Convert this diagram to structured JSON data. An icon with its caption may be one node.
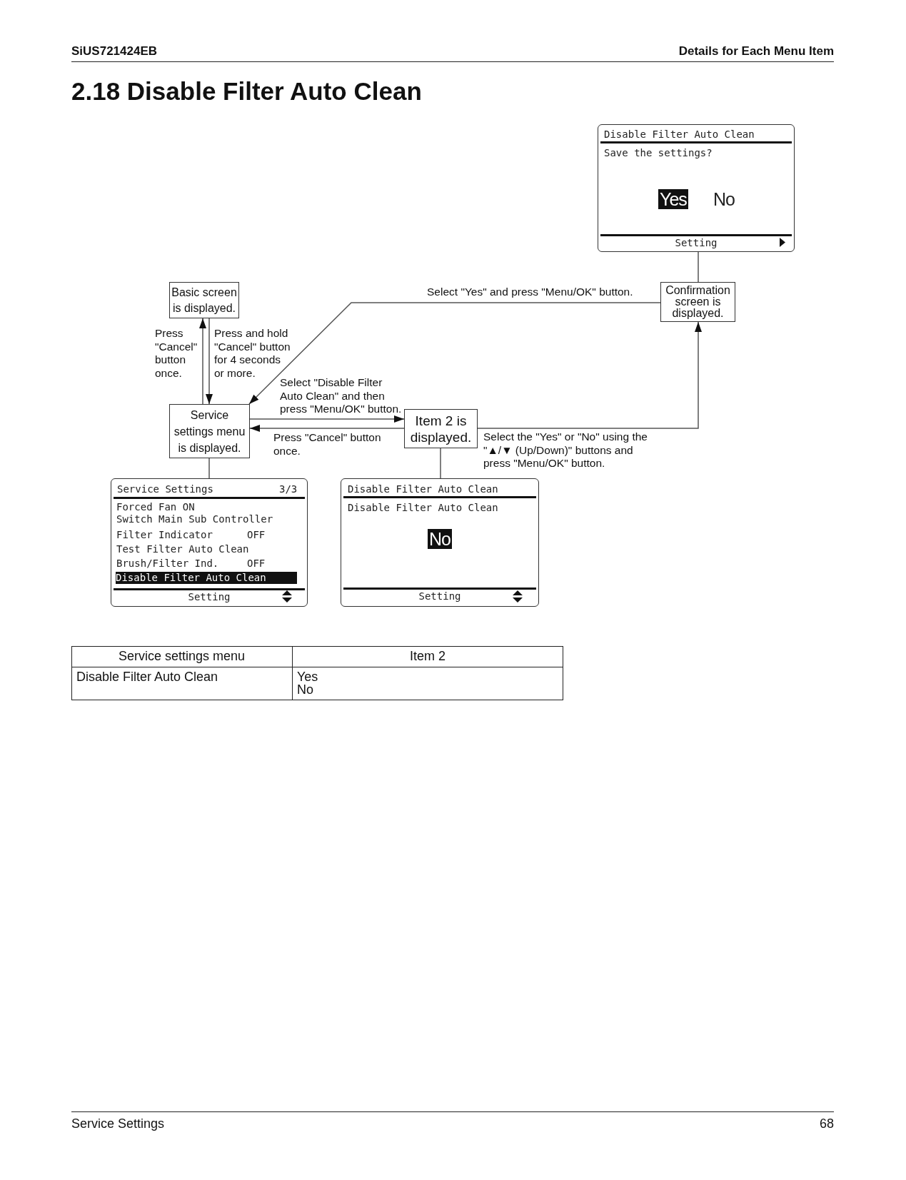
{
  "diagram": {
    "title": "2.18 Disable Filter Auto Clean",
    "nodes": [
      {
        "text": [
          "Disable Filter Auto Clean",
          "Save the settings?",
          "Yes",
          "No",
          "Setting"
        ]
      },
      {
        "text": [
          "Basic screen is displayed."
        ]
      },
      {
        "text": [
          "Confirmation screen is displayed."
        ]
      },
      {
        "text": [
          "Service settings menu is displayed."
        ]
      },
      {
        "text": [
          "Item 2 is displayed."
        ]
      },
      {
        "text": [
          "Service Settings",
          "3/3",
          "Forced Fan ON",
          "Switch Main Sub Controller",
          "Filter Indicator",
          "OFF",
          "Test Filter Auto Clean",
          "Brush/Filter Ind.",
          "OFF",
          "Disable Filter Auto Clean",
          "Setting"
        ]
      },
      {
        "text": [
          "Disable Filter Auto Clean",
          "Disable Filter Auto Clean",
          "No",
          "Setting"
        ]
      }
    ],
    "edges": [
      {
        "from": 3,
        "to": 1,
        "arrow": "to",
        "label": "Press \"Cancel\" button once."
      },
      {
        "from": 1,
        "to": 3,
        "arrow": "to",
        "label": "Press and hold \"Cancel\" button for 4 seconds or more."
      },
      {
        "from": 2,
        "to": 3,
        "arrow": "to",
        "label": "Select \"Yes\" and press \"Menu/OK\" button."
      },
      {
        "from": 3,
        "to": 4,
        "arrow": "to",
        "label": "Select \"Disable Filter Auto Clean\" and then press \"Menu/OK\" button."
      },
      {
        "from": 4,
        "to": 3,
        "arrow": "to",
        "label": "Press \"Cancel\" button once."
      },
      {
        "from": 4,
        "to": 2,
        "arrow": "to",
        "label": "Select the \"Yes\" or \"No\" using the \"▲/▼ (Up/Down)\" buttons and press \"Menu/OK\" button."
      },
      {
        "from": 2,
        "to": 0,
        "arrow": "none"
      },
      {
        "from": 3,
        "to": 5,
        "arrow": "none"
      },
      {
        "from": 4,
        "to": 6,
        "arrow": "none"
      }
    ],
    "labels": [
      "SiUS721424EB",
      "Details for Each Menu Item",
      "Service settings menu",
      "Item 2",
      "Disable Filter Auto Clean",
      "Yes",
      "No",
      "Service Settings",
      "68"
    ]
  }
}
